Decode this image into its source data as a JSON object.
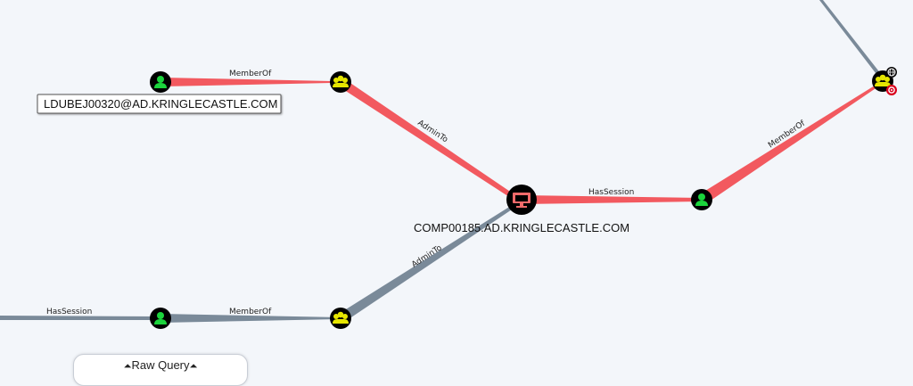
{
  "colors": {
    "background": "#f3f6fa",
    "edge_highlight": "#f2595f",
    "edge_normal": "#7a8a99",
    "user_node": "#1bd43c",
    "group_node": "#e6e600",
    "computer_node": "#ef6b6b",
    "node_ring": "#000000"
  },
  "nodes": {
    "user_top_label": "LDUBEJ00320@AD.KRINGLECASTLE.COM",
    "computer_label": "COMP00185.AD.KRINGLECASTLE.COM"
  },
  "edges": {
    "e1": "MemberOf",
    "e2": "AdminTo",
    "e3": "HasSession",
    "e4": "MemberOf",
    "e5": "AdminTo",
    "e6": "MemberOf",
    "e7": "HasSession"
  },
  "controls": {
    "raw_query_label": "Raw Query",
    "raw_query_caret": "⏶"
  }
}
